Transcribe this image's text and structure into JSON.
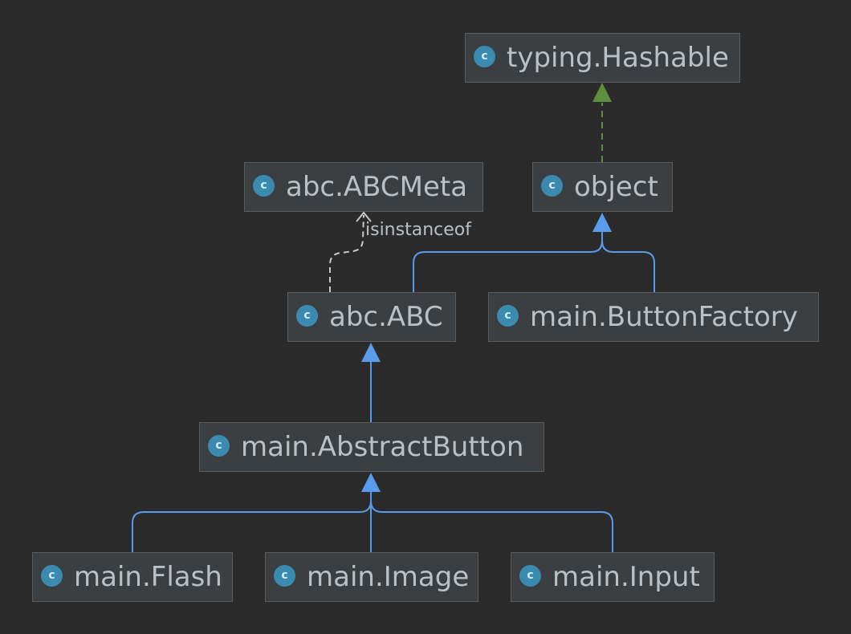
{
  "colors": {
    "background": "#2b2b2b",
    "node_fill": "#3c3f41",
    "node_border": "#5a5d5f",
    "class_icon": "#3b8bb1",
    "text": "#b9c0c6",
    "inheritance_edge": "#5b9bec",
    "implements_edge": "#5f8f3e",
    "dependency_edge": "#c8c8c8"
  },
  "class_icon_glyph": "c",
  "nodes": [
    {
      "id": "typing-hashable",
      "label": "typing.Hashable",
      "icon": "class-icon"
    },
    {
      "id": "abc-abcmeta",
      "label": "abc.ABCMeta",
      "icon": "class-icon"
    },
    {
      "id": "object",
      "label": "object",
      "icon": "class-icon"
    },
    {
      "id": "abc-abc",
      "label": "abc.ABC",
      "icon": "class-icon"
    },
    {
      "id": "main-buttonfactory",
      "label": "main.ButtonFactory",
      "icon": "class-icon"
    },
    {
      "id": "main-abstractbutton",
      "label": "main.AbstractButton",
      "icon": "class-icon"
    },
    {
      "id": "main-flash",
      "label": "main.Flash",
      "icon": "class-icon"
    },
    {
      "id": "main-image",
      "label": "main.Image",
      "icon": "class-icon"
    },
    {
      "id": "main-input",
      "label": "main.Input",
      "icon": "class-icon"
    }
  ],
  "edges": [
    {
      "from": "object",
      "to": "typing-hashable",
      "kind": "implements"
    },
    {
      "from": "abc-abc",
      "to": "abc-abcmeta",
      "kind": "dependency",
      "label": "isinstanceof"
    },
    {
      "from": "abc-abc",
      "to": "object",
      "kind": "inheritance"
    },
    {
      "from": "main-buttonfactory",
      "to": "object",
      "kind": "inheritance"
    },
    {
      "from": "main-abstractbutton",
      "to": "abc-abc",
      "kind": "inheritance"
    },
    {
      "from": "main-flash",
      "to": "main-abstractbutton",
      "kind": "inheritance"
    },
    {
      "from": "main-image",
      "to": "main-abstractbutton",
      "kind": "inheritance"
    },
    {
      "from": "main-input",
      "to": "main-abstractbutton",
      "kind": "inheritance"
    }
  ]
}
